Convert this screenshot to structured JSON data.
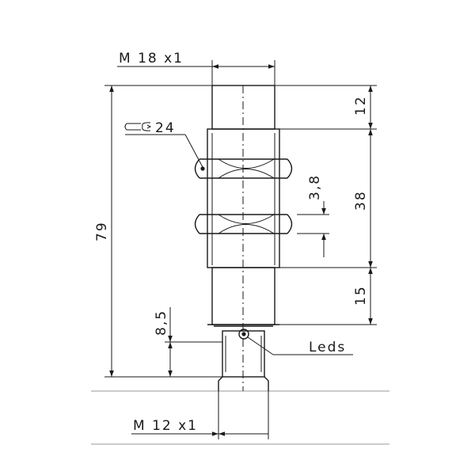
{
  "labels": {
    "thread_top": "M 18 x1",
    "thread_bottom": "M 12 x1",
    "wrench": "24",
    "total_length": "79",
    "dim_12": "12",
    "dim_38": "38",
    "dim_15": "15",
    "dim_3_8": "3,8",
    "dim_8_5": "8,5",
    "leds": "Leds"
  },
  "icons": [
    "wrench-icon"
  ],
  "colors": {
    "line": "#1a1a1a",
    "separator": "#9a9a9a",
    "background": "#ffffff"
  }
}
